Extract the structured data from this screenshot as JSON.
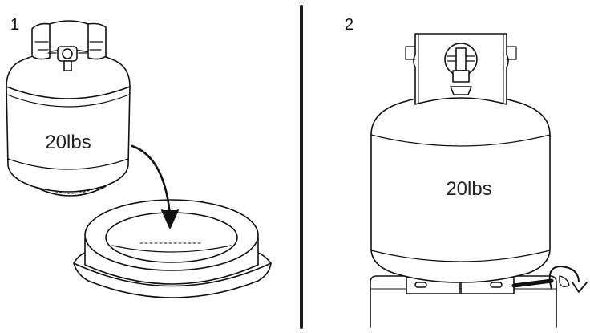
{
  "panels": [
    {
      "number": "1",
      "tank_label": "20lbs"
    },
    {
      "number": "2",
      "tank_label": "20lbs"
    }
  ],
  "colors": {
    "line": "#111111",
    "divider": "#1a1a1a",
    "background": "#ffffff"
  },
  "icons": {
    "step1_arrow": "curved-arrow-down-icon",
    "step2_screw": "rotate-clockwise-icon"
  }
}
